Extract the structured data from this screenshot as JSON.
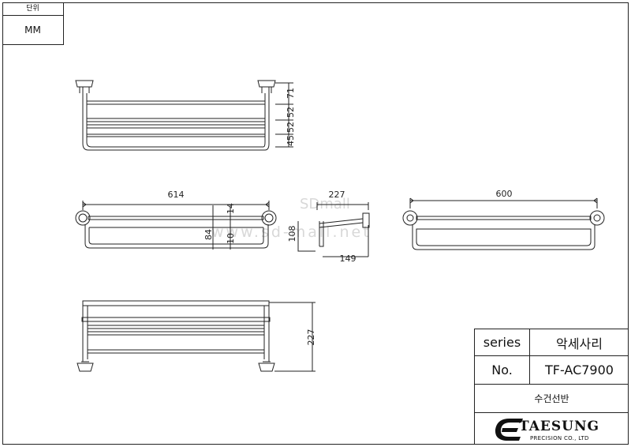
{
  "unit": {
    "label": "단위",
    "value": "MM"
  },
  "dimensions": {
    "side_71": "71",
    "side_52a": "52",
    "side_52b": "52",
    "side_45": "45",
    "front_width": "614",
    "front_14": "14",
    "front_84": "84",
    "front_10": "10",
    "bracket_227": "227",
    "bracket_108": "108",
    "bracket_149": "149",
    "back_width": "600",
    "top_depth": "227"
  },
  "watermark": {
    "line1": "SDmall",
    "line2": "www.sd-mall.net"
  },
  "title_block": {
    "series_label": "series",
    "series_value": "악세사리",
    "no_label": "No.",
    "no_value": "TF-AC7900",
    "product_name": "수건선반",
    "brand": "TAESUNG",
    "brand_sub": "PRECISION CO., LTD"
  }
}
